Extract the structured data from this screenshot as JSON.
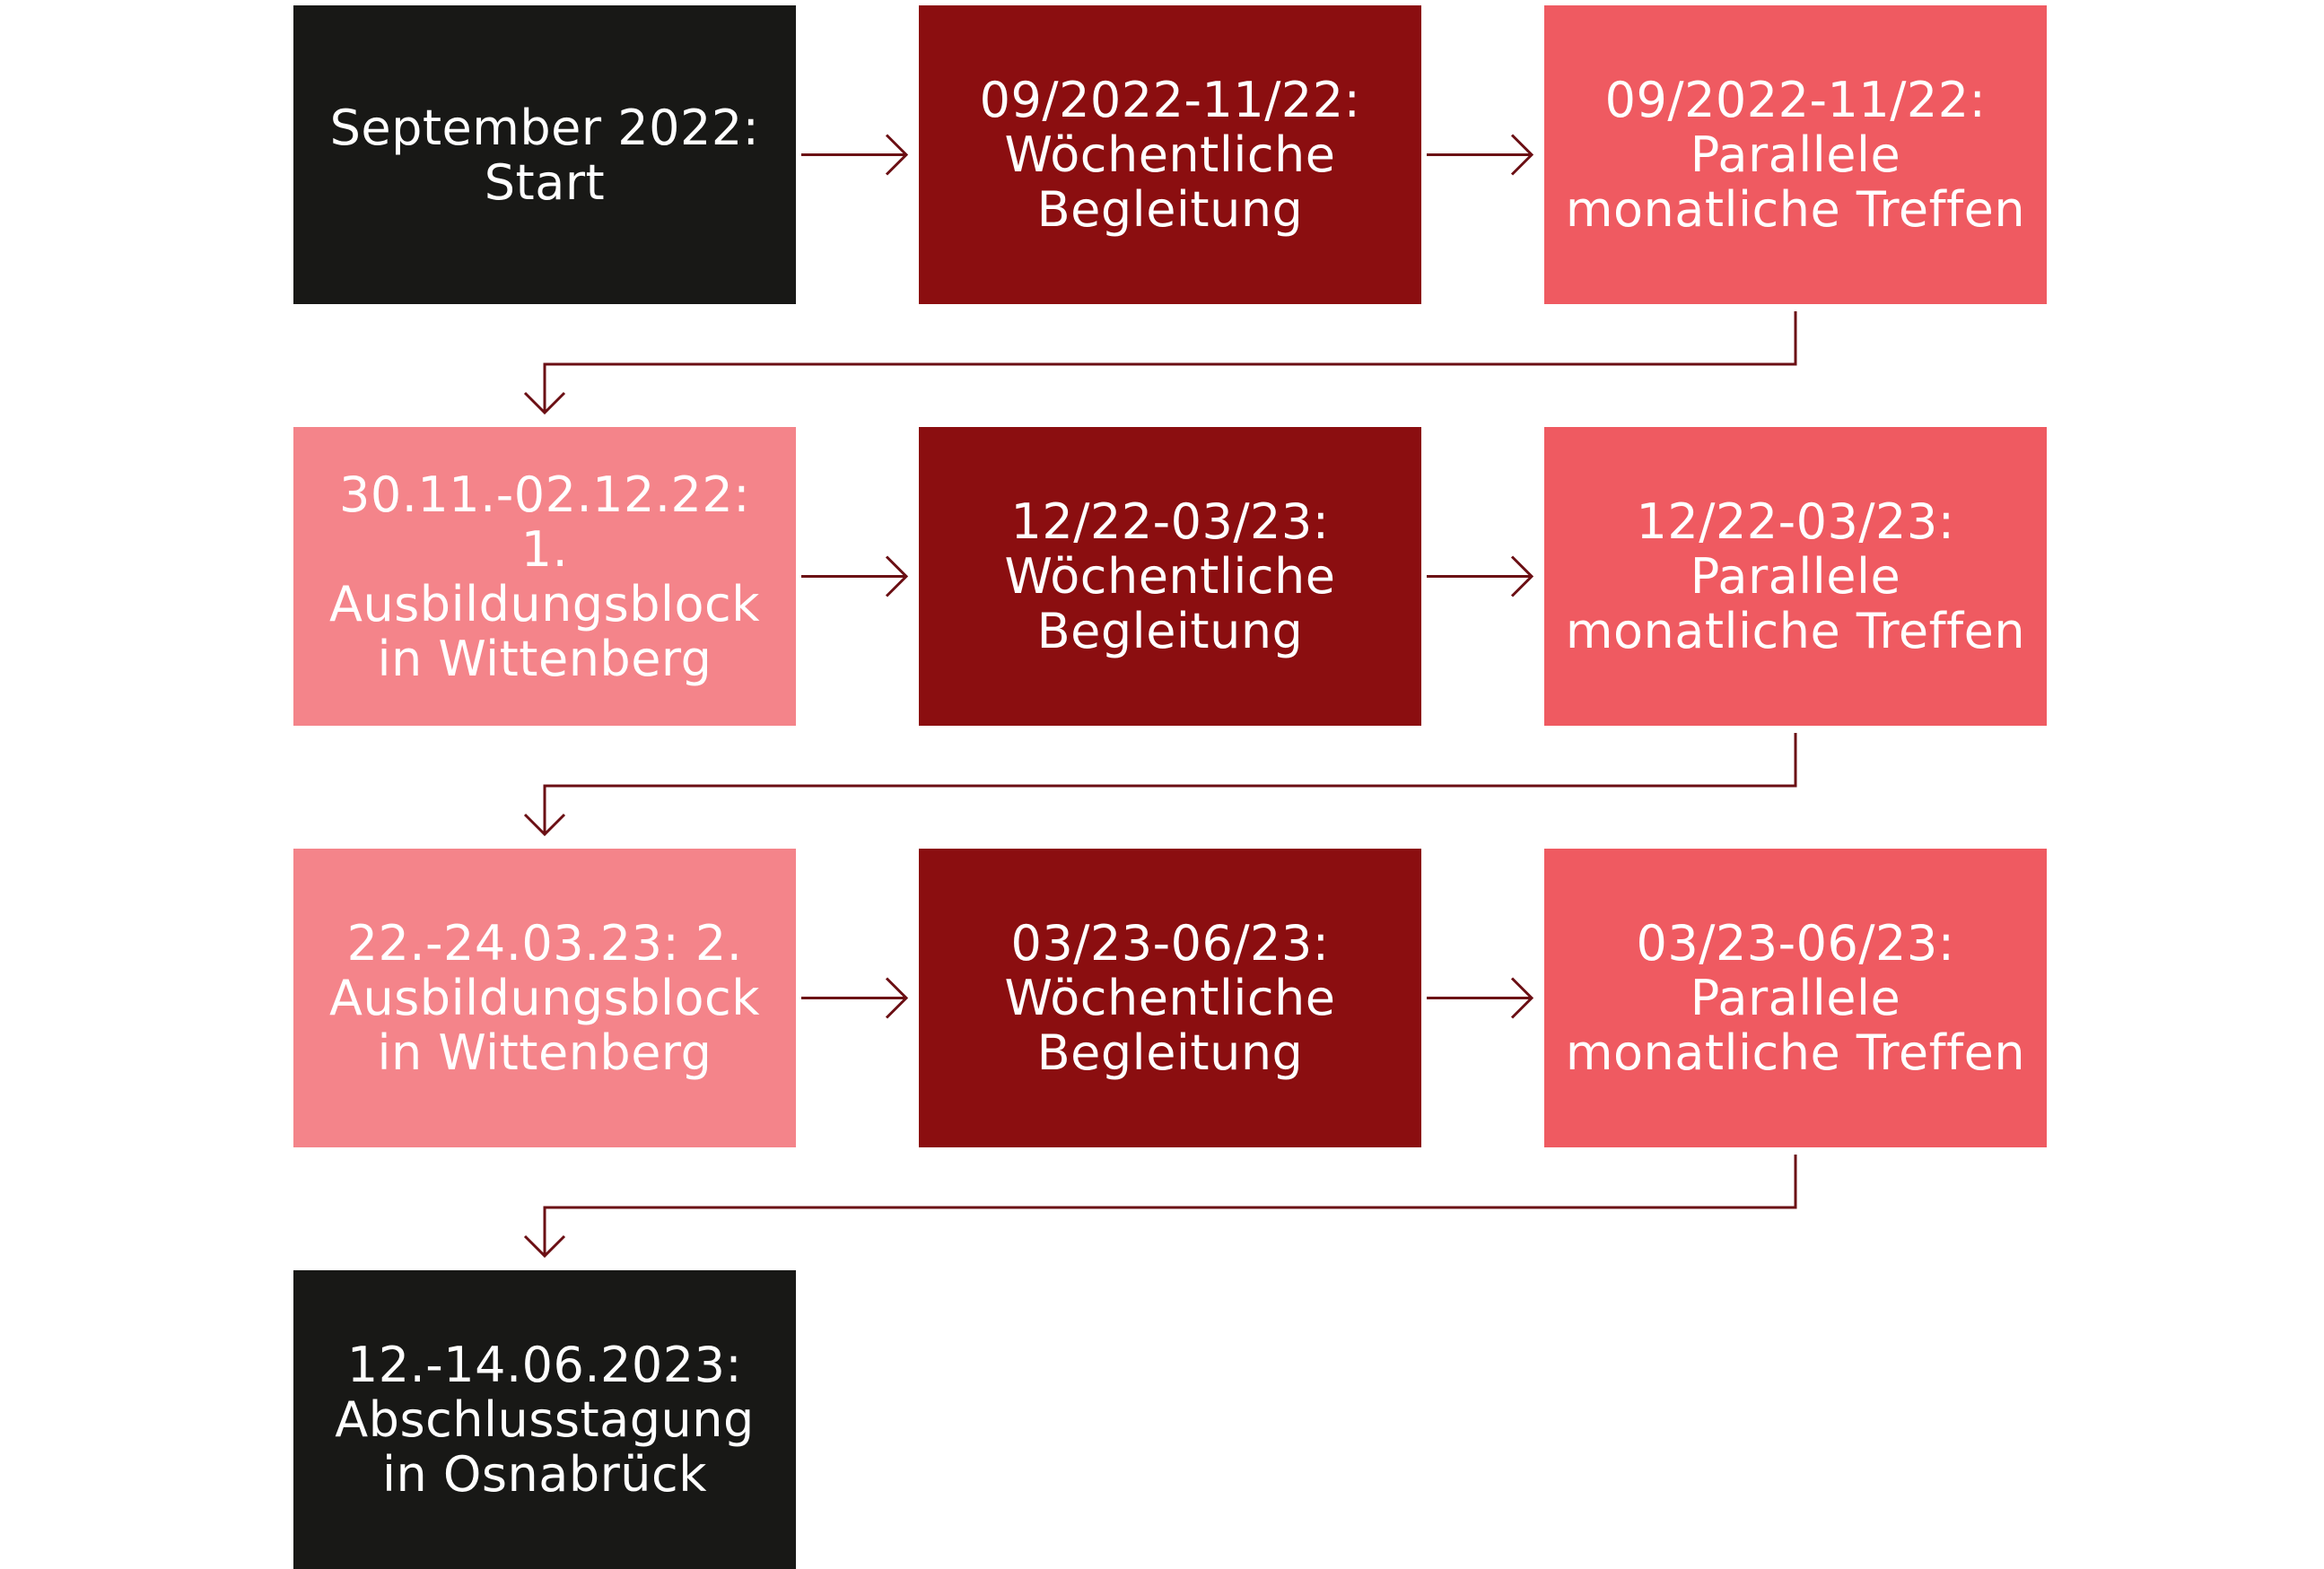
{
  "colors": {
    "black": "#181816",
    "dark_red": "#8b0e10",
    "coral": "#ef5a61",
    "pink": "#f4848a",
    "arrow": "#6b0f14",
    "text": "#ffffff"
  },
  "rows": [
    {
      "boxes": [
        {
          "text": "September 2022:\nStart",
          "color": "black"
        },
        {
          "text": "09/2022-11/22:\nWöchentliche\nBegleitung",
          "color": "dark_red"
        },
        {
          "text": "09/2022-11/22:\nParallele\nmonatliche Treffen",
          "color": "coral"
        }
      ]
    },
    {
      "boxes": [
        {
          "text": "30.11.-02.12.22: 1.\nAusbildungsblock\nin Wittenberg",
          "color": "pink"
        },
        {
          "text": "12/22-03/23:\nWöchentliche\nBegleitung",
          "color": "dark_red"
        },
        {
          "text": "12/22-03/23:\nParallele\nmonatliche Treffen",
          "color": "coral"
        }
      ]
    },
    {
      "boxes": [
        {
          "text": "22.-24.03.23: 2.\nAusbildungsblock\nin Wittenberg",
          "color": "pink"
        },
        {
          "text": "03/23-06/23:\nWöchentliche\nBegleitung",
          "color": "dark_red"
        },
        {
          "text": "03/23-06/23:\nParallele\nmonatliche Treffen",
          "color": "coral"
        }
      ]
    },
    {
      "boxes": [
        {
          "text": "12.-14.06.2023:\nAbschlusstagung\nin Osnabrück",
          "color": "black"
        }
      ]
    }
  ]
}
